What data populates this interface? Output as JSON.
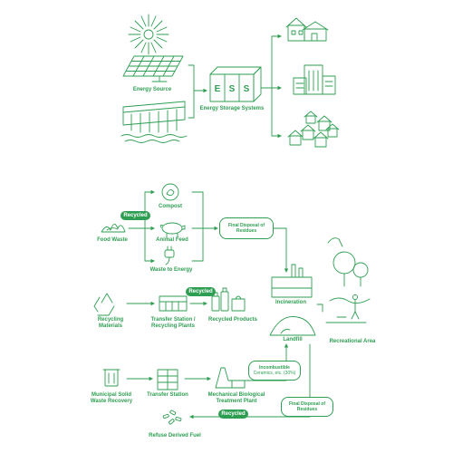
{
  "colors": {
    "accent": "#2e9e52",
    "background": "#ffffff"
  },
  "top": {
    "energy_source": "Energy Source",
    "ess_letters": [
      "E",
      "S",
      "S"
    ],
    "ess_label": "Energy Storage Systems"
  },
  "food": {
    "compost": "Compost",
    "food_waste": "Food Waste",
    "animal_feed": "Animal Feed",
    "waste_to_energy": "Waste to Energy",
    "recycled_badge": "Recycled",
    "final_disposal_line1": "Final Disposal of",
    "final_disposal_line2": "Residues"
  },
  "recycling": {
    "recycling_materials_line1": "Recycling",
    "recycling_materials_line2": "Materials",
    "transfer_line1": "Transfer Station /",
    "transfer_line2": "Recycling Plants",
    "recycled_products": "Recycled Products",
    "recycled_badge": "Recycled",
    "incineration": "Incineration",
    "landfill": "Landfill",
    "recreational_area": "Recreational Area"
  },
  "msw": {
    "msw_line1": "Municipal Solid",
    "msw_line2": "Waste Recovery",
    "transfer_station": "Transfer Station",
    "mbt_line1": "Mechanical Biological",
    "mbt_line2": "Treatment Plant",
    "incombustible_line1": "Incombustible",
    "incombustible_line2": "Ceramics, etc. (30%)",
    "final_disposal_line1": "Final Disposal of",
    "final_disposal_line2": "Residues",
    "recycled_badge": "Recycled",
    "rdf": "Refuse Derived Fuel"
  }
}
